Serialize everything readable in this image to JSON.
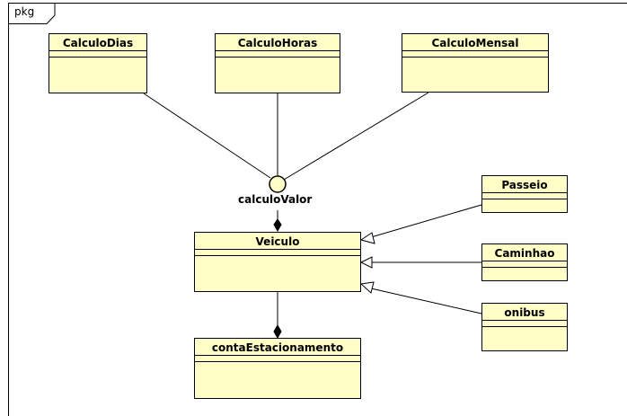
{
  "package": {
    "label": "pkg"
  },
  "classes": {
    "calculo_dias": {
      "name": "CalculoDias"
    },
    "calculo_horas": {
      "name": "CalculoHoras"
    },
    "calculo_mensal": {
      "name": "CalculoMensal"
    },
    "veiculo": {
      "name": "Veiculo"
    },
    "conta_estacionamento": {
      "name": "contaEstacionamento"
    },
    "passeio": {
      "name": "Passeio"
    },
    "caminhao": {
      "name": "Caminhao"
    },
    "onibus": {
      "name": "onibus"
    }
  },
  "interface": {
    "name": "calculoValor"
  },
  "colors": {
    "class_fill": "#fefec6",
    "line": "#000000"
  }
}
